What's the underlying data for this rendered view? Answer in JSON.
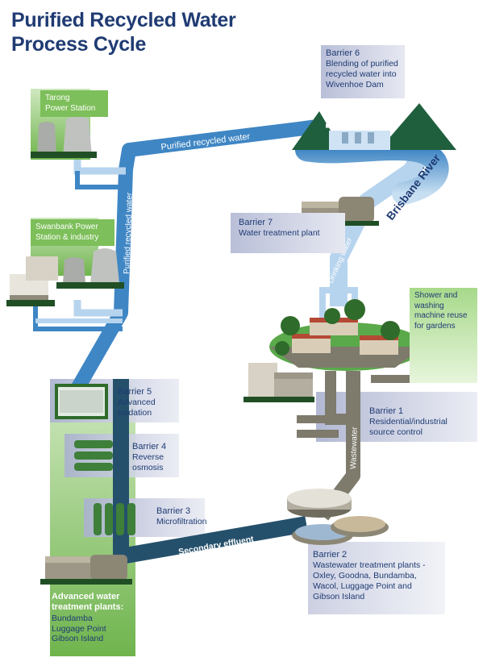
{
  "title": {
    "line1": "Purified Recycled Water",
    "line2": "Process Cycle"
  },
  "flows": {
    "purified_top": "Purified recycled water",
    "purified_vertical": "Purified recycled water",
    "brisbane_river": "Brisbane River",
    "drinking_water": "Drinking water",
    "wastewater": "Wastewater",
    "secondary_effluent": "Secondary effluent"
  },
  "sites": {
    "tarong": {
      "line1": "Tarong",
      "line2": "Power Station"
    },
    "swanbank": {
      "line1": "Swanbank Power",
      "line2": "Station & industry"
    },
    "shower": {
      "lines": [
        "Shower and",
        "washing",
        "machine reuse",
        "for gardens"
      ]
    }
  },
  "barriers": {
    "b1": {
      "heading": "Barrier 1",
      "lines": [
        "Residential/industrial",
        "source control"
      ]
    },
    "b2": {
      "heading": "Barrier 2",
      "lines": [
        "Wastewater treatment plants -",
        "Oxley, Goodna, Bundamba,",
        "Wacol, Luggage Point and",
        "Gibson Island"
      ]
    },
    "b3": {
      "heading": "Barrier 3",
      "lines": [
        "Microfiltration"
      ]
    },
    "b4": {
      "heading": "Barrier 4",
      "lines": [
        "Reverse",
        "osmosis"
      ]
    },
    "b5": {
      "heading": "Barrier 5",
      "lines": [
        "Advanced",
        "oxidation"
      ]
    },
    "b6": {
      "heading": "Barrier 6",
      "lines": [
        "Blending of purified",
        "recycled water into",
        "Wivenhoe Dam"
      ]
    },
    "b7": {
      "heading": "Barrier 7",
      "lines": [
        "Water treatment plant"
      ]
    }
  },
  "advanced_plants": {
    "title_lines": [
      "Advanced water",
      "treatment plants:"
    ],
    "plants": [
      "Bundamba",
      "Luggage Point",
      "Gibson Island"
    ]
  },
  "colors": {
    "title": "#1f3b73",
    "pipe_blue": "#3f86c4",
    "pipe_light": "#b7d4ee",
    "pipe_dark": "#25506b",
    "pipe_grey": "#7e7a6c",
    "green_panel": "#7dbf5a",
    "barrier_panel": "#c3c8df"
  }
}
